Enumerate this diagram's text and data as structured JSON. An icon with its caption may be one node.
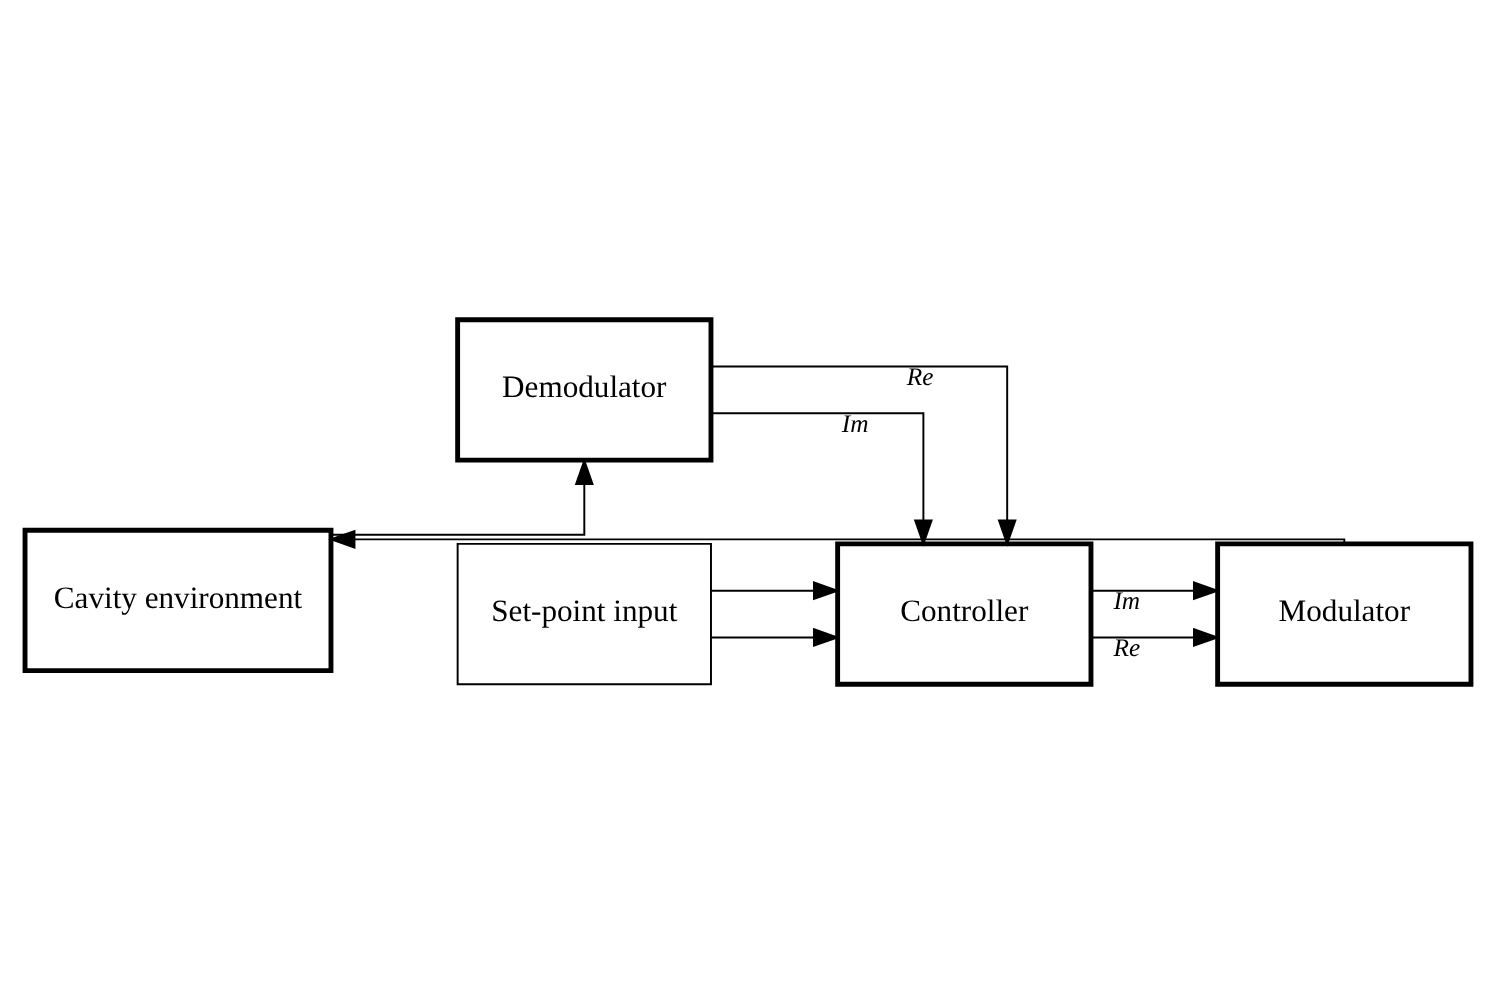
{
  "diagram": {
    "nodes": [
      {
        "text": [
          "Cavity environment"
        ]
      },
      {
        "text": [
          "Demodulator"
        ]
      },
      {
        "text": [
          "Controller"
        ]
      },
      {
        "text": [
          "Modulator"
        ]
      },
      {
        "text": [
          "Set-point input"
        ]
      }
    ],
    "edges": [
      {
        "from": 3,
        "to": 0,
        "arrow": "to"
      },
      {
        "from": 0,
        "to": 1,
        "arrow": "to"
      },
      {
        "from": 1,
        "to": 2,
        "arrow": "to",
        "label": "Im"
      },
      {
        "from": 1,
        "to": 2,
        "arrow": "to",
        "label": "Re"
      },
      {
        "from": 2,
        "to": 3,
        "arrow": "to",
        "label": "Re"
      },
      {
        "from": 2,
        "to": 3,
        "arrow": "to",
        "label": "Im"
      },
      {
        "from": 4,
        "to": 2,
        "arrow": "to"
      },
      {
        "from": 4,
        "to": 2,
        "arrow": "to"
      }
    ]
  }
}
